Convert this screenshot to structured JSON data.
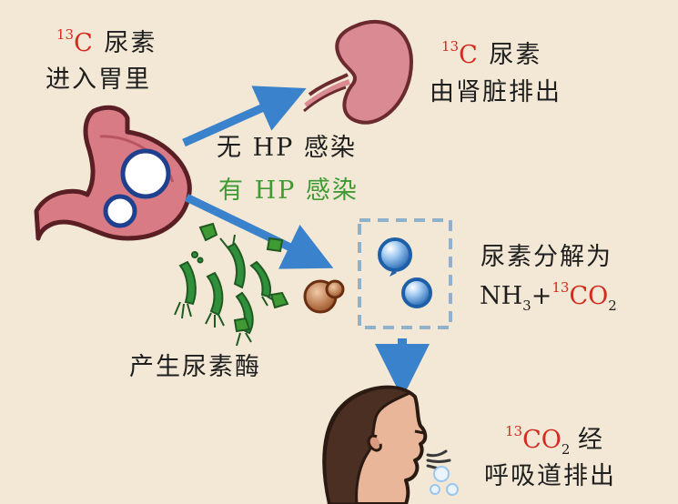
{
  "labels": {
    "intake_iso": "13",
    "intake_element": "C",
    "intake_word": "尿素",
    "intake_line2": "进入胃里",
    "kidney_iso": "13",
    "kidney_element": "C",
    "kidney_word": "尿素",
    "kidney_line2": "由肾脏排出",
    "no_hp": "无 HP 感染",
    "with_hp": "有 HP 感染",
    "decompose_line1": "尿素分解为",
    "nh_prefix": "NH",
    "nh_sub": "3",
    "plus": "+",
    "co2_iso": "13",
    "co2_element": "CO",
    "co2_sub": "2",
    "enzyme": "产生尿素酶",
    "breath_iso": "13",
    "breath_element": "CO",
    "breath_sub": "2",
    "breath_word": "经",
    "breath_line2": "呼吸道排出"
  },
  "colors": {
    "background": "#f3e8d5",
    "isotope_red": "#d42a1f",
    "infection_green": "#3f9a33",
    "arrow_blue": "#3a82cc",
    "stomach": "#d97b84",
    "kidney": "#d98a92",
    "bacteria": "#2f8f3a",
    "bubble_blue": "#1f5fa8"
  },
  "icons": [
    "stomach-icon",
    "kidney-icon",
    "bacteria-icon",
    "urease-enzyme-icon",
    "molecule-bubble-icon",
    "person-breathing-icon"
  ]
}
